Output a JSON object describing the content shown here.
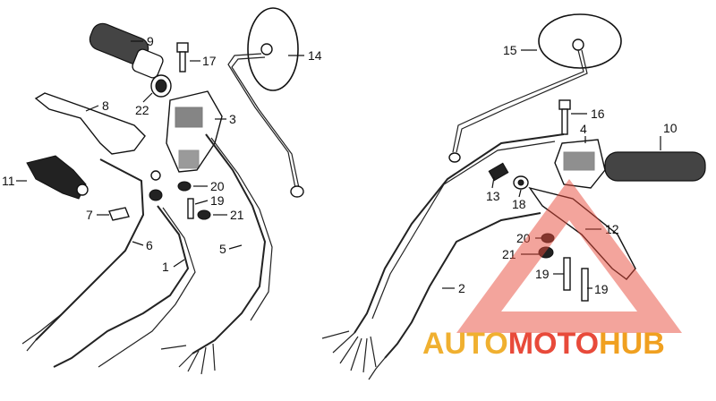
{
  "labels": {
    "p1": "1",
    "p2": "2",
    "p3": "3",
    "p4": "4",
    "p5": "5",
    "p6": "6",
    "p7": "7",
    "p8": "8",
    "p9": "9",
    "p10": "10",
    "p11": "11",
    "p12": "12",
    "p13": "13",
    "p14": "14",
    "p15": "15",
    "p16": "16",
    "p17": "17",
    "p18": "18",
    "p19a": "19",
    "p19b": "19",
    "p19c": "19",
    "p20a": "20",
    "p20b": "20",
    "p21a": "21",
    "p21b": "21",
    "p22": "22"
  },
  "watermark": {
    "text_a": "AUTO",
    "text_b": "MOTO",
    "text_c": "HUB",
    "color_triangle": "#e84a3a",
    "color_auto": "#f0b030",
    "color_hub": "#f0a020"
  }
}
